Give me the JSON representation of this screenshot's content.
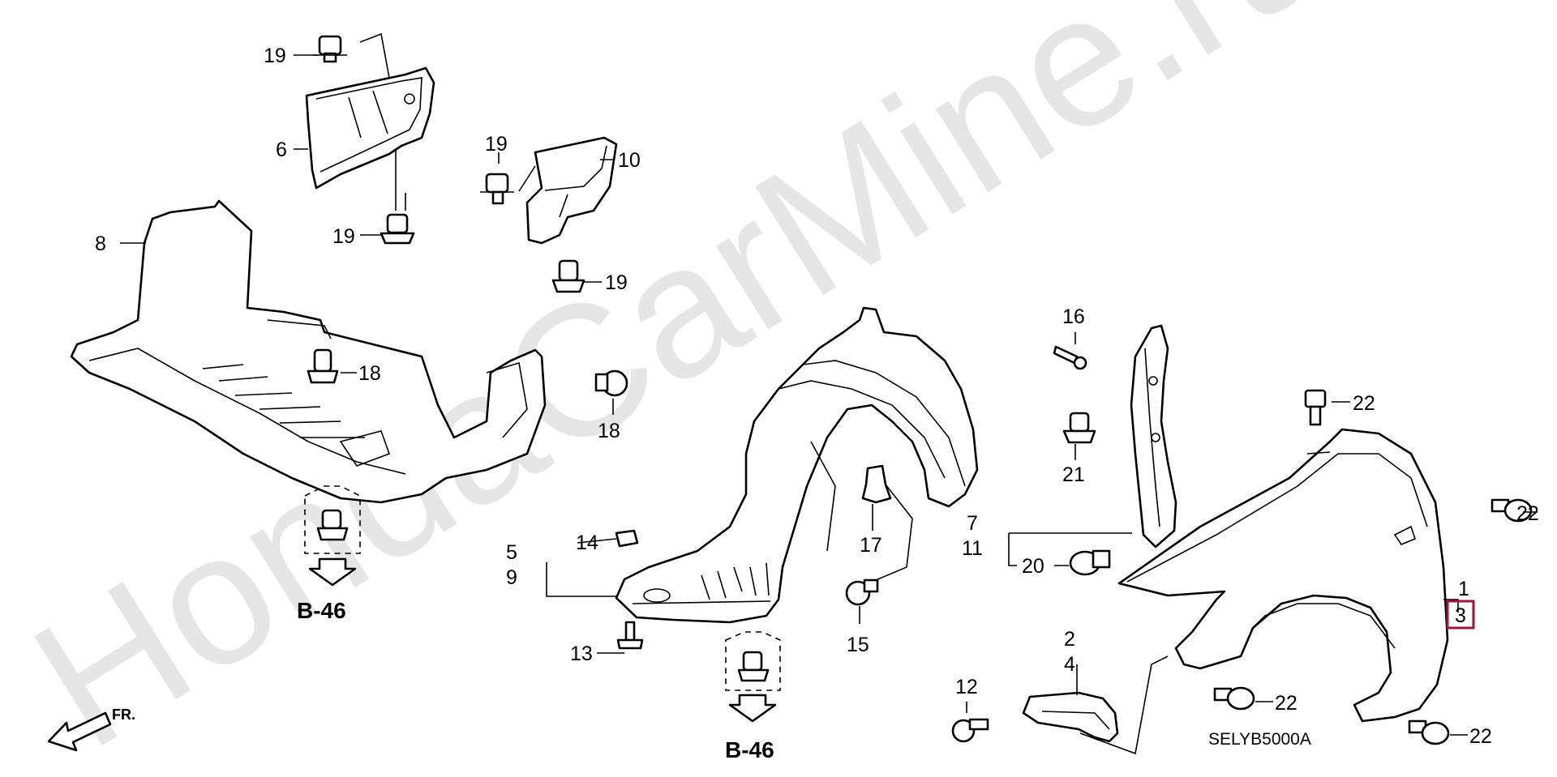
{
  "watermark": "HondaCarMine.ru",
  "diagram_code": "SELYB5000A",
  "direction_label": "FR.",
  "reference_label": "B-46",
  "highlight_color": "#a0163a",
  "callouts": {
    "c1": "1",
    "c2": "2",
    "c3": "3",
    "c4": "4",
    "c5": "5",
    "c6": "6",
    "c7": "7",
    "c8": "8",
    "c9": "9",
    "c10": "10",
    "c11": "11",
    "c12": "12",
    "c13": "13",
    "c14": "14",
    "c15": "15",
    "c16": "16",
    "c17": "17",
    "c18": "18",
    "c19": "19",
    "c20": "20",
    "c21": "21",
    "c22": "22"
  }
}
